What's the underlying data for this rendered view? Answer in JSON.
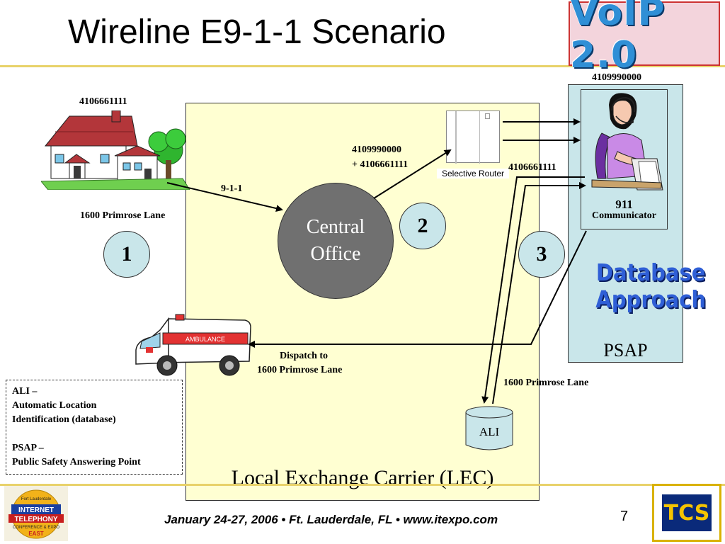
{
  "title": "Wireline E9-1-1 Scenario",
  "logo_text": "VoIP 2.0",
  "caller": {
    "number": "4106661111",
    "address": "1600 Primrose Lane"
  },
  "dial_label": "9-1-1",
  "central_office": {
    "line1": "Central",
    "line2": "Office"
  },
  "router": {
    "label": "Selective Router",
    "route_line1": "4109990000",
    "route_line2": "+ 4106661111"
  },
  "psap": {
    "number": "4109990000",
    "caller_number": "4106661111",
    "communicator_number": "911",
    "communicator_label": "Communicator",
    "label": "PSAP",
    "approach_line1": "Database",
    "approach_line2": "Approach"
  },
  "steps": [
    "1",
    "2",
    "3"
  ],
  "dispatch": {
    "line1": "Dispatch to",
    "line2": "1600 Primrose Lane"
  },
  "ali_address": "1600 Primrose Lane",
  "ali_label": "ALI",
  "lec_label": "Local Exchange Carrier (LEC)",
  "ambulance_text": "AMBULANCE",
  "legend": {
    "ali_title": "ALI –",
    "ali_line1": "Automatic Location",
    "ali_line2": "Identification (database)",
    "psap_title": "PSAP –",
    "psap_line1": "Public Safety Answering Point"
  },
  "footer": "January 24-27, 2006 • Ft. Lauderdale, FL • www.itexpo.com",
  "page_number": "7",
  "itexpo_logo_text": {
    "line1": "Fort Lauderdale",
    "line2": "INTERNET",
    "line3": "TELEPHONY",
    "line4": "CONFERENCE & EXPO",
    "line5": "EAST"
  },
  "tcs_logo_text": "TCS",
  "colors": {
    "lec_fill": "#ffffd2",
    "psap_fill": "#c9e6ea",
    "central_office": "#707070",
    "rule": "#e8d26a"
  }
}
